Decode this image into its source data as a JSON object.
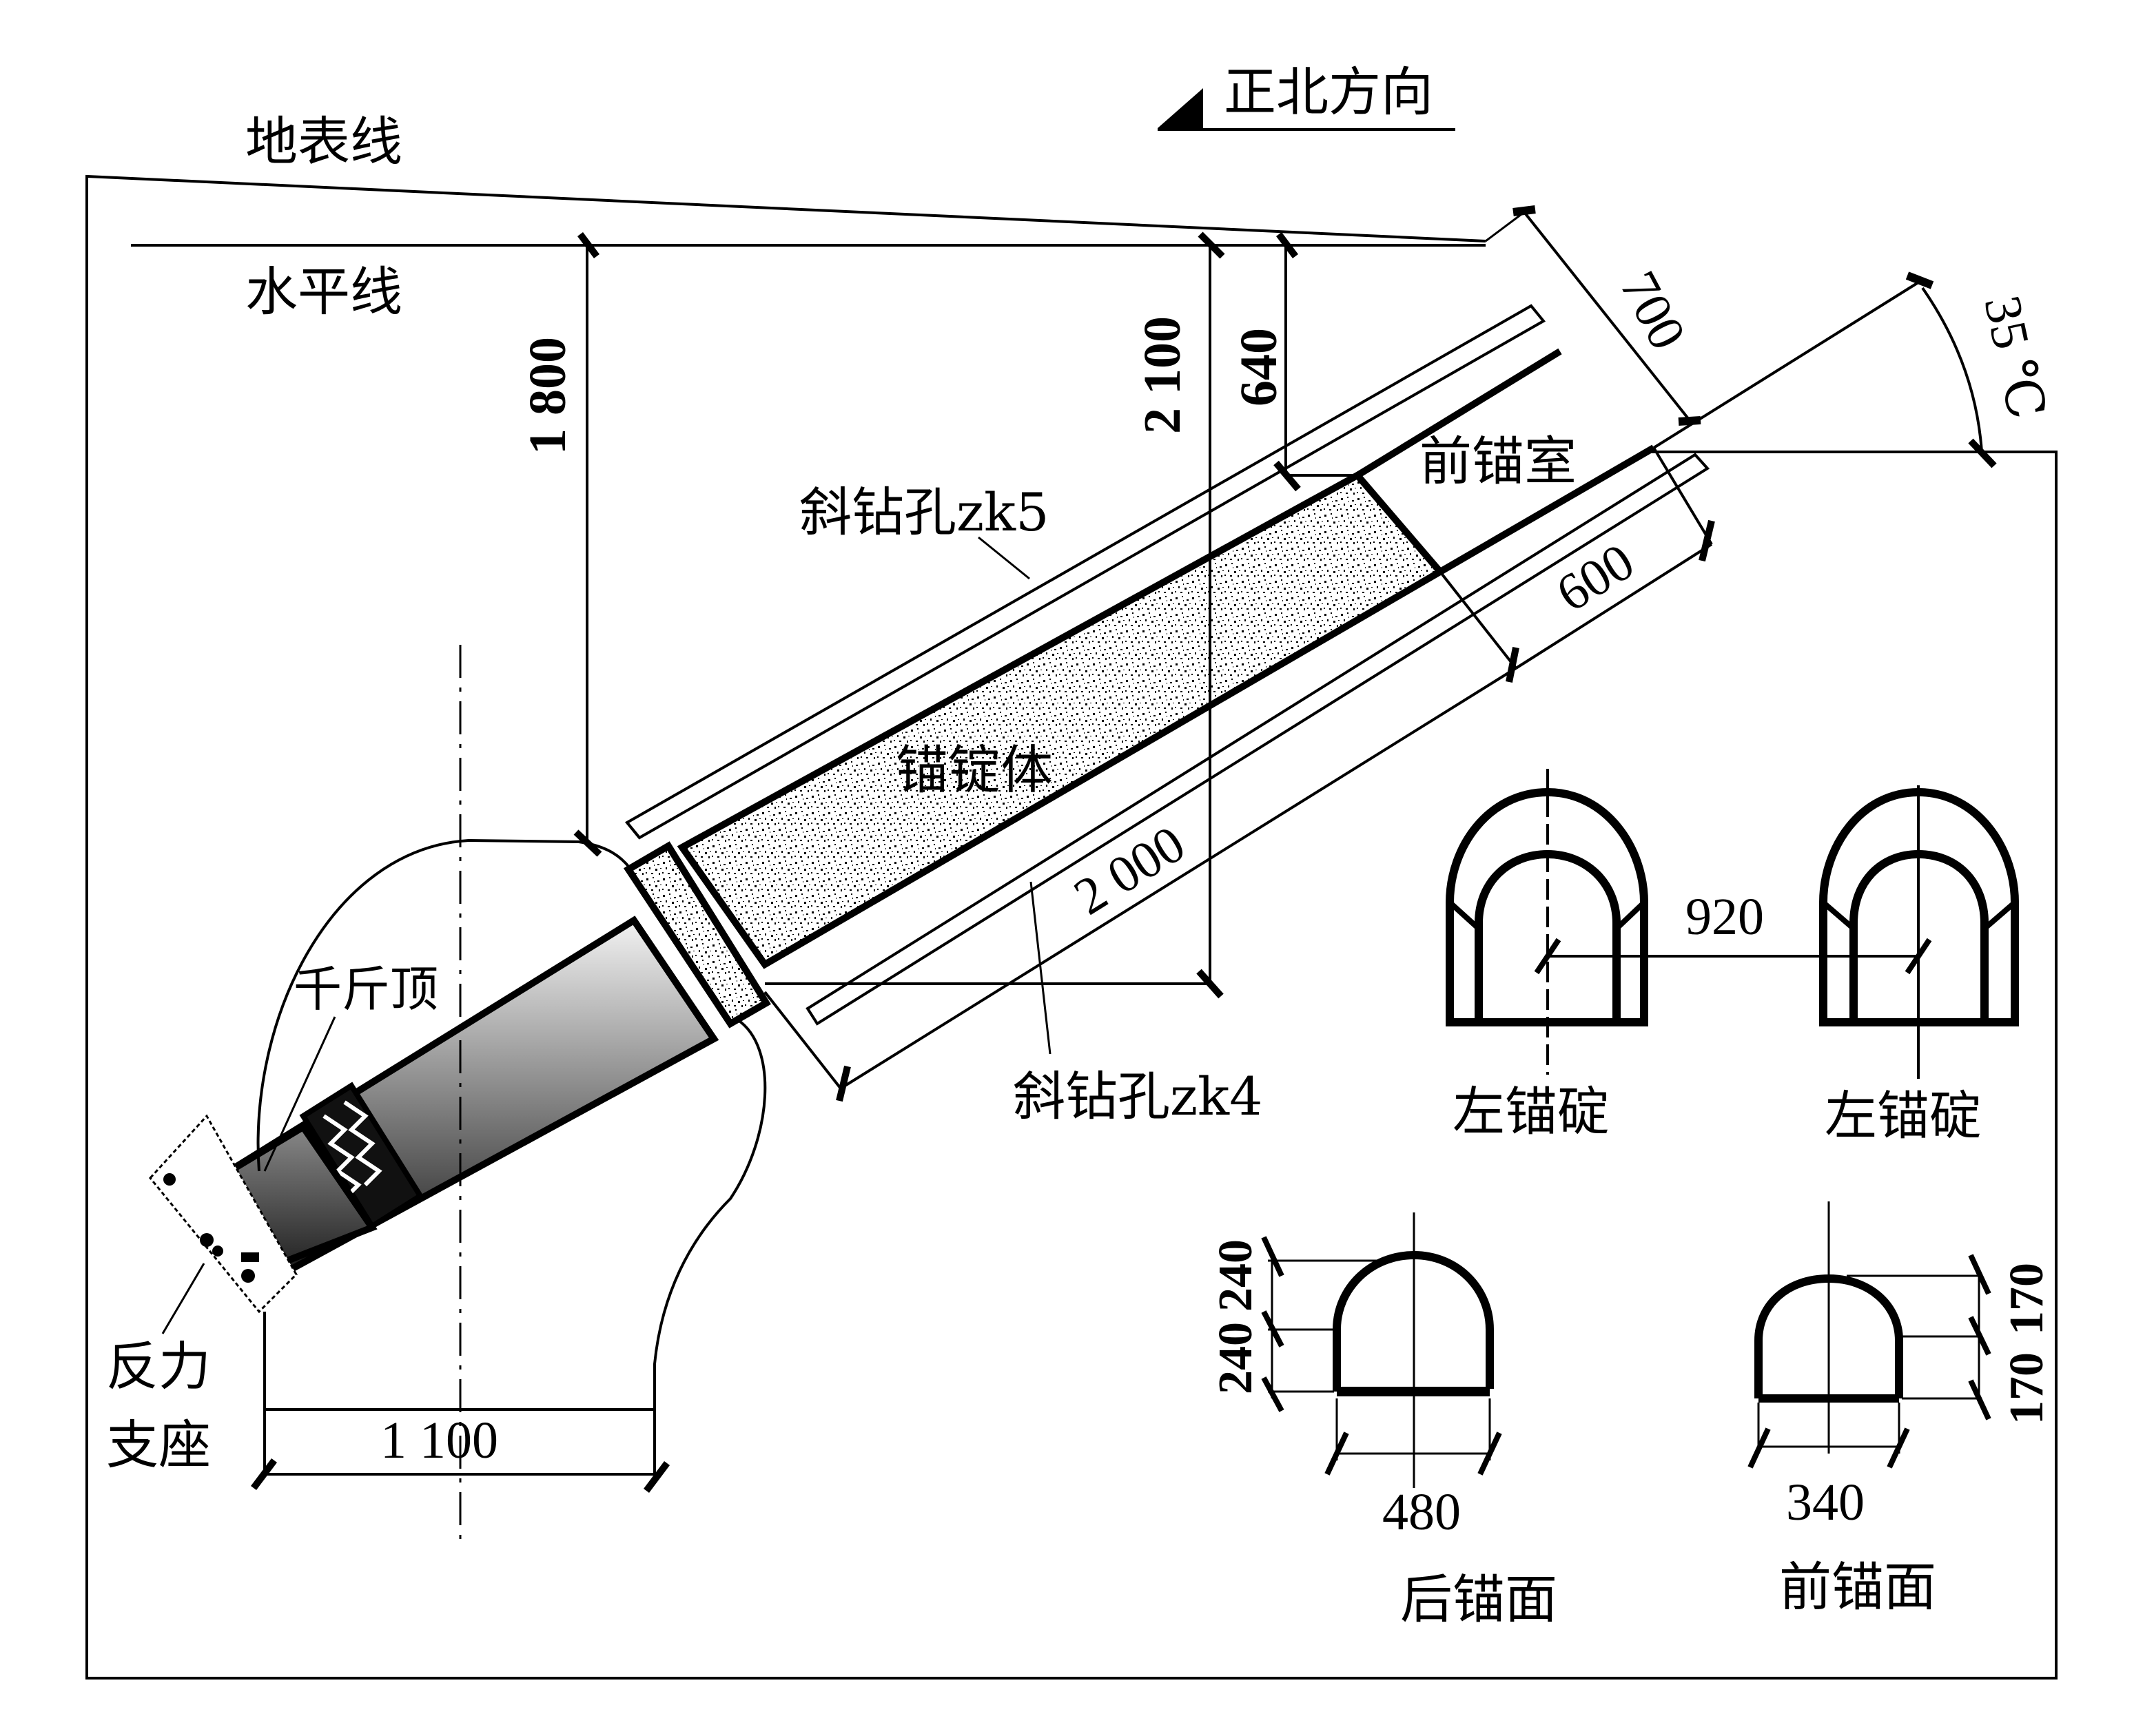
{
  "diagram": {
    "type": "engineering cross-section of tunnel anchorage field test",
    "labels": {
      "ground_line": "地表线",
      "horizontal_line": "水平线",
      "north_direction": "正北方向",
      "inclined_borehole_top": "斜钻孔zk5",
      "inclined_borehole_bottom": "斜钻孔zk4",
      "anchor_body": "锚锭体",
      "front_anchor_chamber": "前锚室",
      "jack": "千斤顶",
      "reaction_support_line1": "反力",
      "reaction_support_line2": "支座"
    },
    "dimensions": {
      "depth_to_back": "1 800",
      "depth_total": "2 100",
      "depth_front": "640",
      "chamber_width": "700",
      "front_length": "600",
      "anchor_length": "2 000",
      "support_width": "1 100",
      "angle": "35 ℃"
    },
    "sections": {
      "pair_spacing": "920",
      "left_anchor_a": "左锚碇",
      "left_anchor_b": "左锚碇",
      "back_face": {
        "label": "后锚面",
        "width": "480",
        "heights": [
          "240",
          "240"
        ]
      },
      "front_face": {
        "label": "前锚面",
        "width": "340",
        "heights": [
          "170",
          "170"
        ]
      }
    }
  }
}
